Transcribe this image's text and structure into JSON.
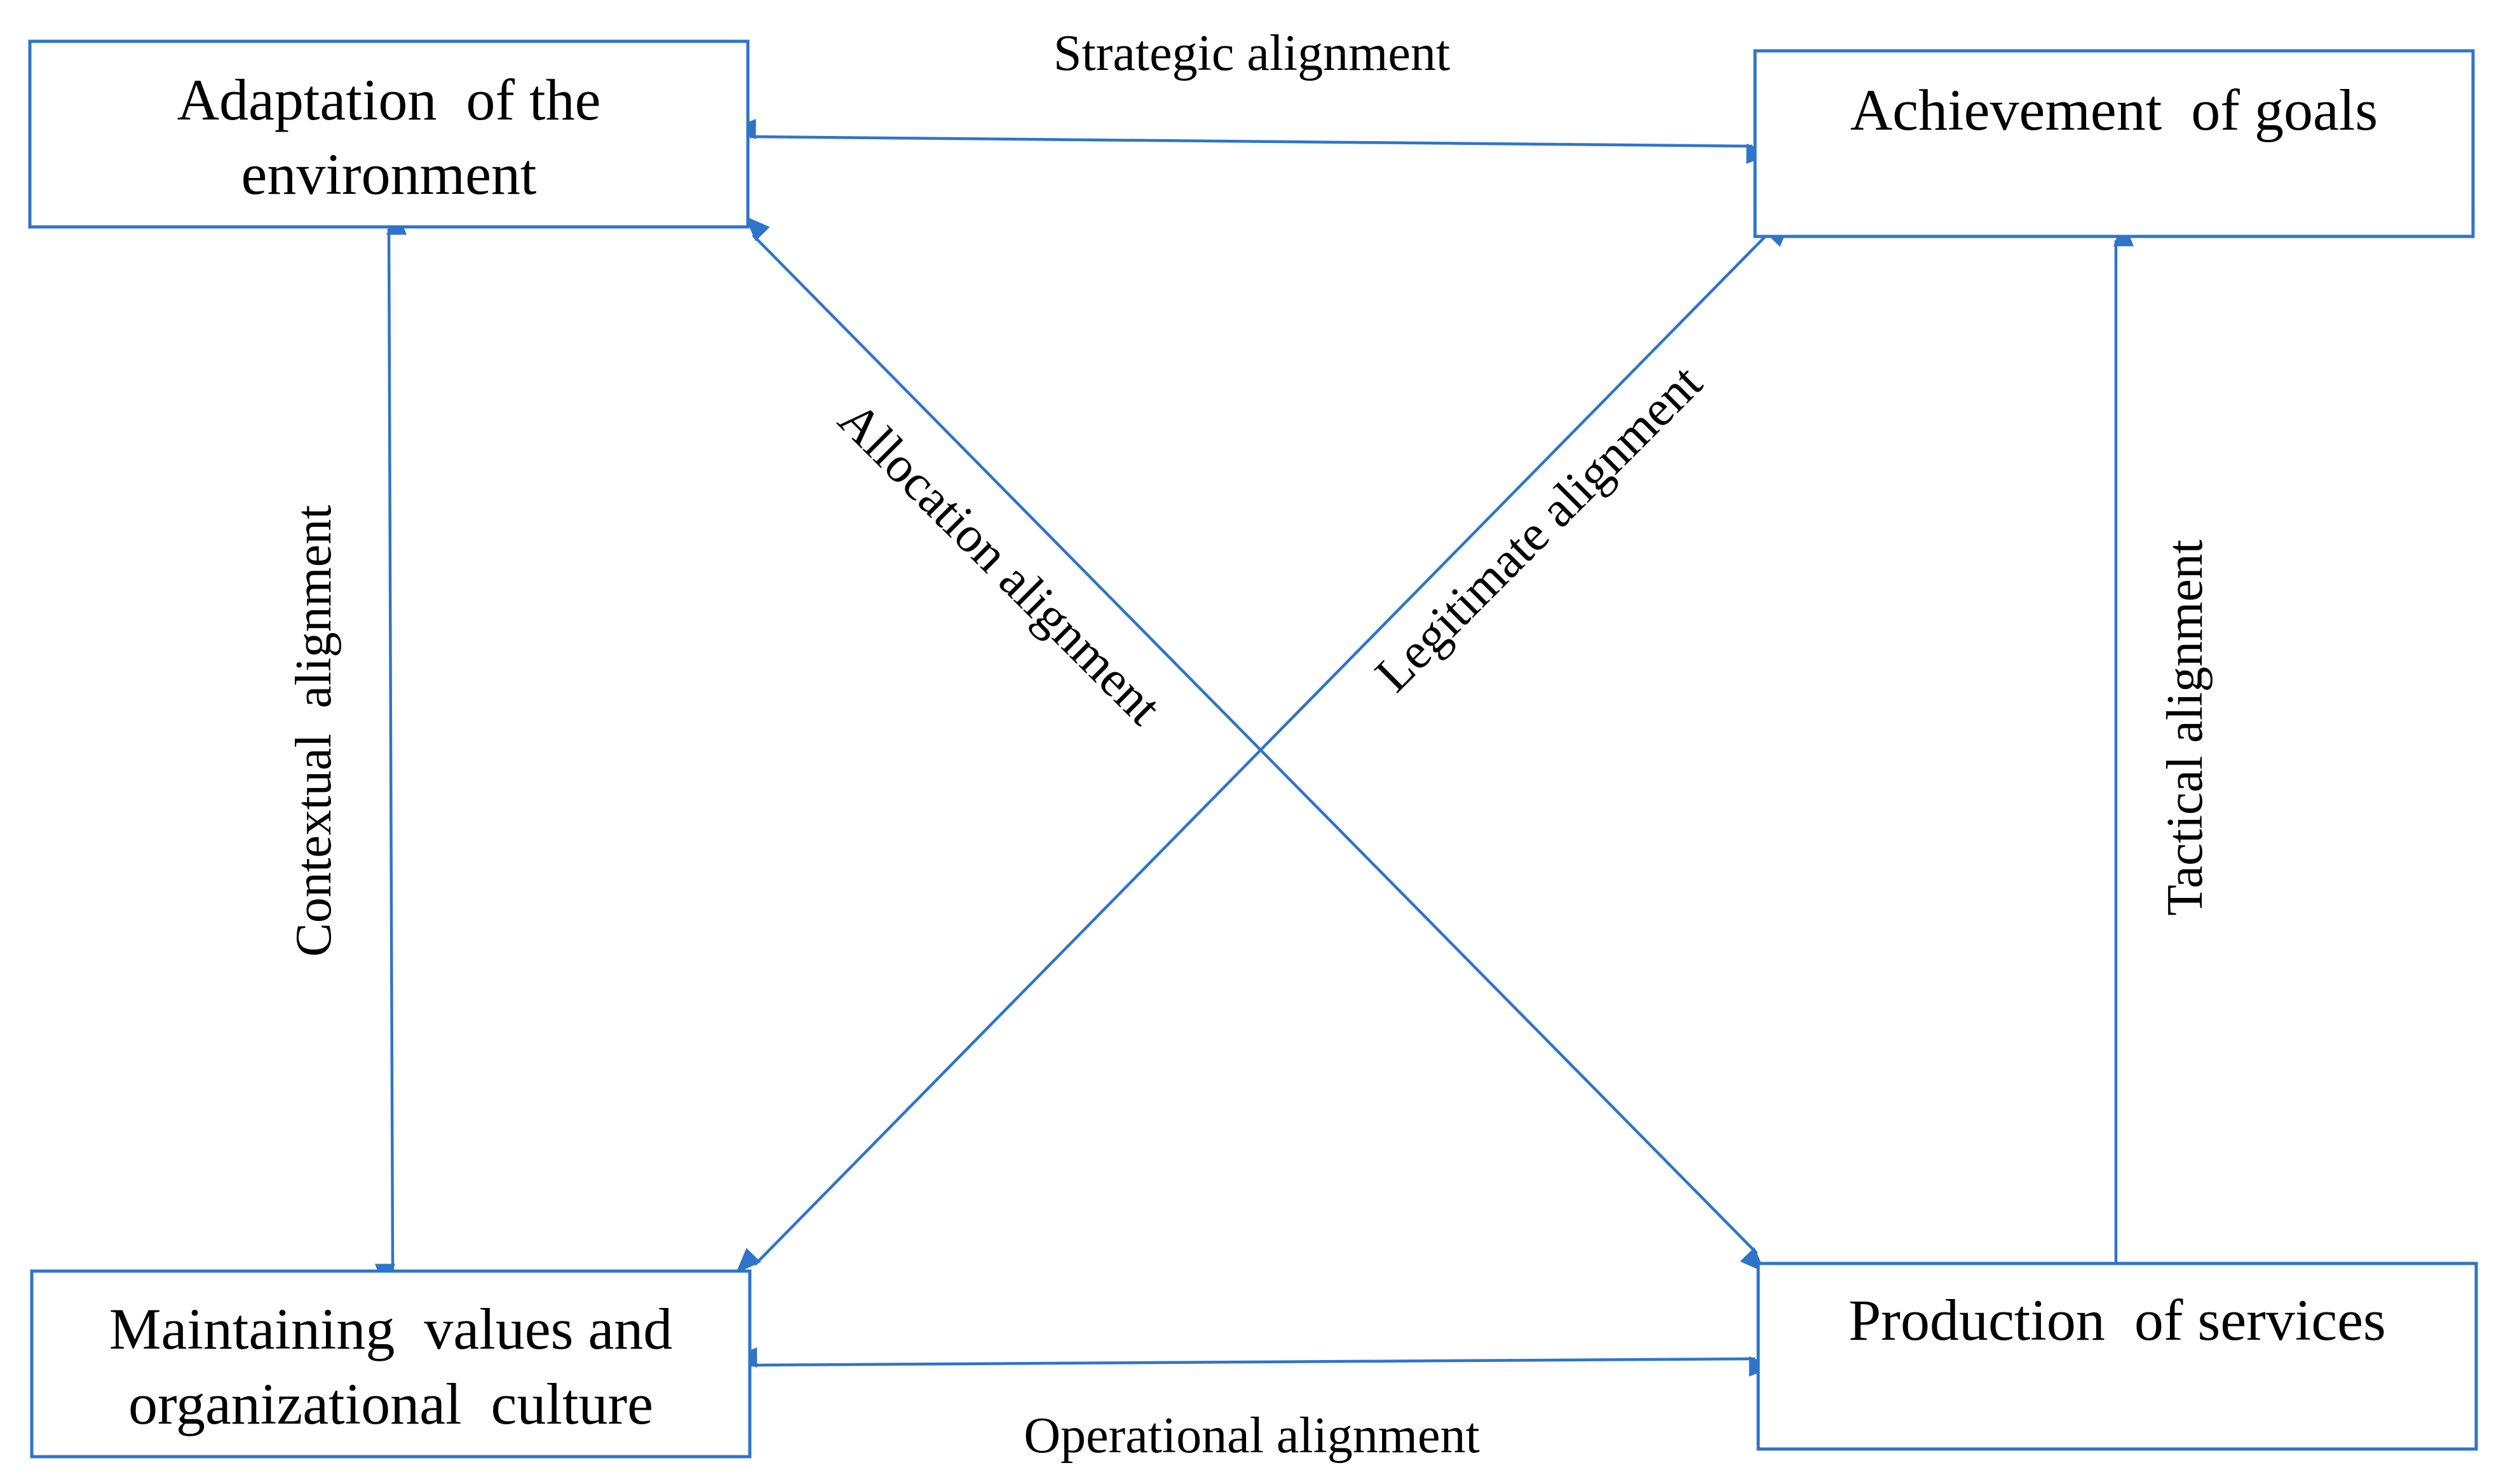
{
  "colors": {
    "box_border": "#2e75c9",
    "connector": "#2e75c9",
    "text": "#000000",
    "background": "#ffffff"
  },
  "boxes": {
    "adaptation": {
      "lines": [
        "Adaptation  of the",
        "environment"
      ]
    },
    "goals": {
      "lines": [
        "Achievement  of goals"
      ]
    },
    "values": {
      "lines": [
        "Maintaining  values and",
        "organizational  culture"
      ]
    },
    "services": {
      "lines": [
        "Production  of services"
      ]
    }
  },
  "connectors": {
    "strategic": "Strategic alignment",
    "operational": "Operational alignment",
    "contextual": "Contextual  alignment",
    "tactical": "Tactical alignment",
    "allocation": "Allocation alignment",
    "legitimate": "Legitimate alignment"
  }
}
